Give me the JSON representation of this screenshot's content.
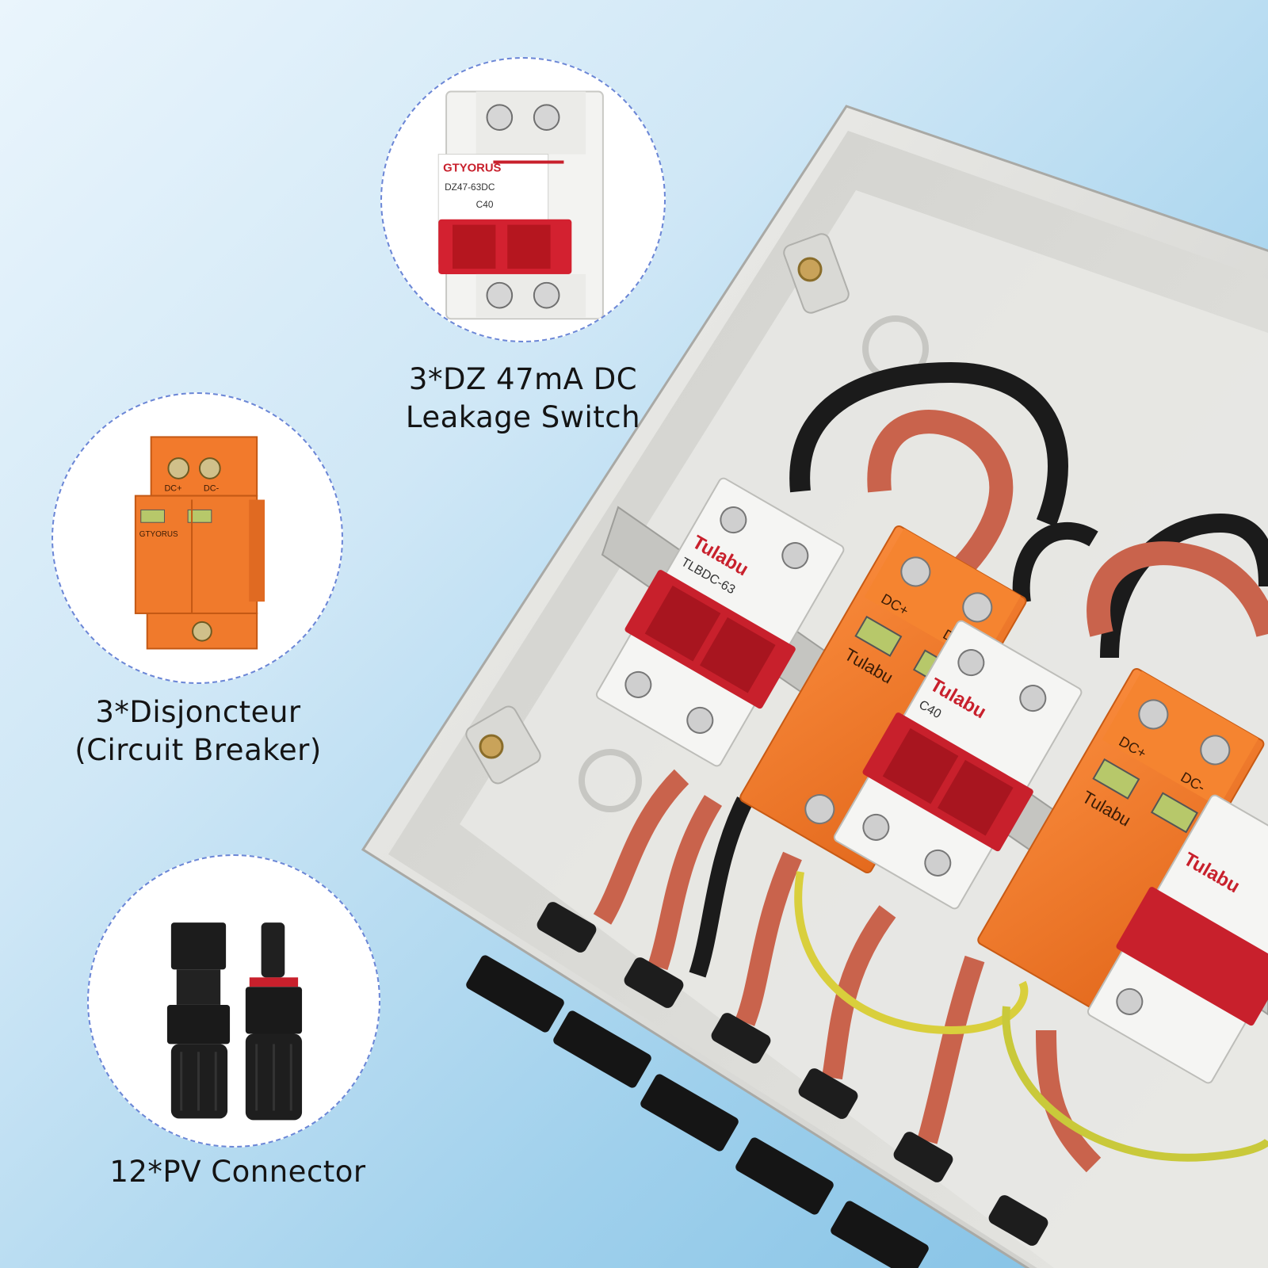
{
  "features": [
    {
      "id": "leakage-switch",
      "caption_lines": [
        "3*DZ 47mA DC",
        "Leakage Switch"
      ],
      "product_brand": "GTYORUS",
      "product_model": "DZ47-63DC",
      "product_rating": "C40"
    },
    {
      "id": "circuit-breaker",
      "caption_lines": [
        "3*Disjoncteur",
        "(Circuit Breaker)"
      ],
      "product_brand": "GTYORUS",
      "terminal_labels": [
        "DC+",
        "DC-"
      ]
    },
    {
      "id": "pv-connector",
      "caption_lines": [
        "12*PV Connector"
      ]
    }
  ],
  "combiner_box": {
    "device_brand": "Tulabu",
    "device_model": "TLBDC-63",
    "device_rating": "C40",
    "spd_terminal_labels": [
      "DC+",
      "DC-"
    ]
  },
  "colors": {
    "background": "#9fd0ec",
    "circle_border": "#6b86d6",
    "breaker_red": "#c8202c",
    "spd_orange": "#f07a2c",
    "box_gray": "#dcdcd8"
  }
}
